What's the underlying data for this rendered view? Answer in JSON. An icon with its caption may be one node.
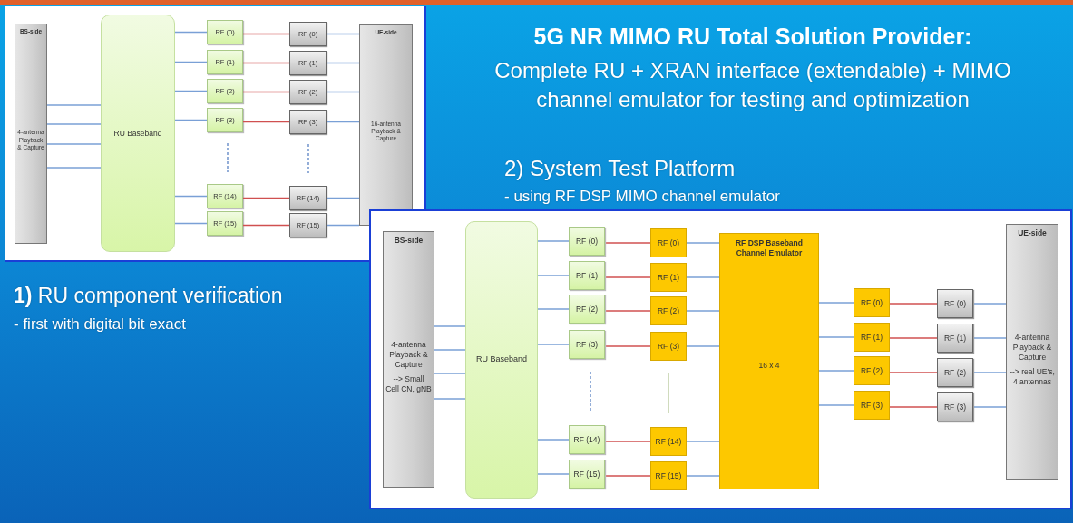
{
  "diagram": {
    "title": "5G NR MIMO RU Total Solution Provider:",
    "nodes": [
      {
        "text": [
          "BS-side",
          "4-antenna Playback & Capture"
        ]
      },
      {
        "text": [
          "RU Baseband"
        ]
      },
      {
        "text": [
          "RF (0)"
        ]
      },
      {
        "text": [
          "RF (1)"
        ]
      },
      {
        "text": [
          "RF (2)"
        ]
      },
      {
        "text": [
          "RF (3)"
        ]
      },
      {
        "text": [
          "RF (14)"
        ]
      },
      {
        "text": [
          "RF (15)"
        ]
      },
      {
        "text": [
          "RF (0)"
        ]
      },
      {
        "text": [
          "RF (1)"
        ]
      },
      {
        "text": [
          "RF (2)"
        ]
      },
      {
        "text": [
          "RF (3)"
        ]
      },
      {
        "text": [
          "RF (14)"
        ]
      },
      {
        "text": [
          "RF (15)"
        ]
      },
      {
        "text": [
          "UE-side",
          "16-antenna Playback & Capture"
        ]
      },
      {
        "text": [
          "BS-side",
          "4-antenna Playback & Capture",
          "--> Small Cell CN, gNB"
        ]
      },
      {
        "text": [
          "RU Baseband"
        ]
      },
      {
        "text": [
          "RF (0)"
        ]
      },
      {
        "text": [
          "RF (1)"
        ]
      },
      {
        "text": [
          "RF (2)"
        ]
      },
      {
        "text": [
          "RF (3)"
        ]
      },
      {
        "text": [
          "RF (14)"
        ]
      },
      {
        "text": [
          "RF (15)"
        ]
      },
      {
        "text": [
          "RF (0)"
        ]
      },
      {
        "text": [
          "RF (1)"
        ]
      },
      {
        "text": [
          "RF (2)"
        ]
      },
      {
        "text": [
          "RF (3)"
        ]
      },
      {
        "text": [
          "RF (14)"
        ]
      },
      {
        "text": [
          "RF (15)"
        ]
      },
      {
        "text": [
          "RF DSP Baseband Channel Emulator",
          "16 x 4"
        ]
      },
      {
        "text": [
          "RF (0)"
        ]
      },
      {
        "text": [
          "RF (1)"
        ]
      },
      {
        "text": [
          "RF (2)"
        ]
      },
      {
        "text": [
          "RF (3)"
        ]
      },
      {
        "text": [
          "RF (0)"
        ]
      },
      {
        "text": [
          "RF (1)"
        ]
      },
      {
        "text": [
          "RF (2)"
        ]
      },
      {
        "text": [
          "RF (3)"
        ]
      },
      {
        "text": [
          "UE-side",
          "4-antenna Playback & Capture",
          "--> real UE's, 4 antennas"
        ]
      }
    ],
    "edges": [
      {
        "from": 0,
        "to": 1,
        "arrow": "none"
      },
      {
        "from": 0,
        "to": 1,
        "arrow": "none"
      },
      {
        "from": 0,
        "to": 1,
        "arrow": "none"
      },
      {
        "from": 0,
        "to": 1,
        "arrow": "none"
      },
      {
        "from": 1,
        "to": 2,
        "arrow": "none"
      },
      {
        "from": 1,
        "to": 3,
        "arrow": "none"
      },
      {
        "from": 1,
        "to": 4,
        "arrow": "none"
      },
      {
        "from": 1,
        "to": 5,
        "arrow": "none"
      },
      {
        "from": 1,
        "to": 6,
        "arrow": "none"
      },
      {
        "from": 1,
        "to": 7,
        "arrow": "none"
      },
      {
        "from": 2,
        "to": 8,
        "arrow": "none",
        "color": "#d05050"
      },
      {
        "from": 3,
        "to": 9,
        "arrow": "none",
        "color": "#d05050"
      },
      {
        "from": 4,
        "to": 10,
        "arrow": "none",
        "color": "#d05050"
      },
      {
        "from": 5,
        "to": 11,
        "arrow": "none",
        "color": "#d05050"
      },
      {
        "from": 6,
        "to": 12,
        "arrow": "none",
        "color": "#d05050"
      },
      {
        "from": 7,
        "to": 13,
        "arrow": "none",
        "color": "#d05050"
      },
      {
        "from": 8,
        "to": 14,
        "arrow": "none"
      },
      {
        "from": 9,
        "to": 14,
        "arrow": "none"
      },
      {
        "from": 10,
        "to": 14,
        "arrow": "none"
      },
      {
        "from": 11,
        "to": 14,
        "arrow": "none"
      },
      {
        "from": 12,
        "to": 14,
        "arrow": "none"
      },
      {
        "from": 13,
        "to": 14,
        "arrow": "none"
      },
      {
        "from": 15,
        "to": 16,
        "arrow": "none"
      },
      {
        "from": 15,
        "to": 16,
        "arrow": "none"
      },
      {
        "from": 15,
        "to": 16,
        "arrow": "none"
      },
      {
        "from": 15,
        "to": 16,
        "arrow": "none"
      },
      {
        "from": 16,
        "to": 17,
        "arrow": "none"
      },
      {
        "from": 16,
        "to": 18,
        "arrow": "none"
      },
      {
        "from": 16,
        "to": 19,
        "arrow": "none"
      },
      {
        "from": 16,
        "to": 20,
        "arrow": "none"
      },
      {
        "from": 16,
        "to": 21,
        "arrow": "none"
      },
      {
        "from": 16,
        "to": 22,
        "arrow": "none"
      },
      {
        "from": 17,
        "to": 23,
        "arrow": "none",
        "color": "#d05050"
      },
      {
        "from": 18,
        "to": 24,
        "arrow": "none",
        "color": "#d05050"
      },
      {
        "from": 19,
        "to": 25,
        "arrow": "none",
        "color": "#d05050"
      },
      {
        "from": 20,
        "to": 26,
        "arrow": "none",
        "color": "#d05050"
      },
      {
        "from": 21,
        "to": 27,
        "arrow": "none",
        "color": "#d05050"
      },
      {
        "from": 22,
        "to": 28,
        "arrow": "none",
        "color": "#d05050"
      },
      {
        "from": 23,
        "to": 29,
        "arrow": "none"
      },
      {
        "from": 24,
        "to": 29,
        "arrow": "none"
      },
      {
        "from": 25,
        "to": 29,
        "arrow": "none"
      },
      {
        "from": 26,
        "to": 29,
        "arrow": "none"
      },
      {
        "from": 27,
        "to": 29,
        "arrow": "none"
      },
      {
        "from": 28,
        "to": 29,
        "arrow": "none"
      },
      {
        "from": 29,
        "to": 30,
        "arrow": "none"
      },
      {
        "from": 29,
        "to": 31,
        "arrow": "none"
      },
      {
        "from": 29,
        "to": 32,
        "arrow": "none"
      },
      {
        "from": 29,
        "to": 33,
        "arrow": "none"
      },
      {
        "from": 30,
        "to": 34,
        "arrow": "none",
        "color": "#d05050"
      },
      {
        "from": 31,
        "to": 35,
        "arrow": "none",
        "color": "#d05050"
      },
      {
        "from": 32,
        "to": 36,
        "arrow": "none",
        "color": "#d05050"
      },
      {
        "from": 33,
        "to": 37,
        "arrow": "none",
        "color": "#d05050"
      },
      {
        "from": 34,
        "to": 38,
        "arrow": "none"
      },
      {
        "from": 35,
        "to": 38,
        "arrow": "none"
      },
      {
        "from": 36,
        "to": 38,
        "arrow": "none"
      },
      {
        "from": 37,
        "to": 38,
        "arrow": "none"
      }
    ],
    "labels": [
      "Complete RU + XRAN interface (extendable) + MIMO channel emulator for testing and optimization",
      "2) System Test Platform",
      "- using RF DSP MIMO channel emulator",
      "**1)** RU component verification",
      "- first with digital bit exact"
    ]
  }
}
